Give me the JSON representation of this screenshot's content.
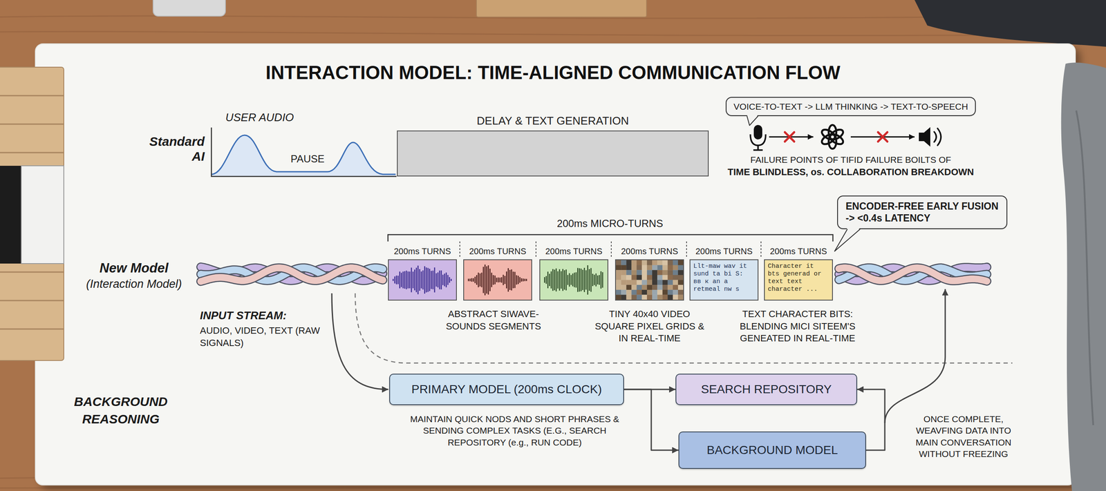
{
  "diagram": {
    "title": "INTERACTION MODEL: TIME-ALIGNED COMMUNICATION FLOW",
    "nodes": [
      {
        "text": [
          "DELAY & TEXT GENERATION"
        ]
      },
      {
        "text": [
          "VOICE-TO-TEXT -> LLM THINKING -> TEXT-TO-SPEECH"
        ]
      },
      {
        "text": [
          "ENCODER-FREE EARLY FUSION -> <0.4s LATENCY"
        ]
      },
      {
        "text": [
          "200ms TURNS"
        ]
      },
      {
        "text": [
          "200ms TURNS"
        ]
      },
      {
        "text": [
          "200ms TURNS"
        ]
      },
      {
        "text": [
          "200ms TURNS"
        ]
      },
      {
        "text": [
          "200ms TURNS",
          "Llt-maw wav it sund ta bi S: вв к an a retmeal nw s"
        ]
      },
      {
        "text": [
          "200ms TURNS",
          "Character it bts generad or text text character ..."
        ]
      },
      {
        "text": [
          "PRIMARY MODEL (200ms CLOCK)"
        ]
      },
      {
        "text": [
          "SEARCH REPOSITORY"
        ]
      },
      {
        "text": [
          "BACKGROUND MODEL"
        ]
      }
    ],
    "edges": [
      {
        "from": 9,
        "to": 10,
        "arrow": "to"
      },
      {
        "from": 9,
        "to": 11,
        "arrow": "to"
      },
      {
        "from": 11,
        "to": 10,
        "arrow": "to"
      }
    ],
    "labels": [
      "Standard AI",
      "USER AUDIO",
      "PAUSE",
      "FAILURE POINTS OF TIFID FAILURE BOILTS OF",
      "TIME BLINDLESS, os. COLLABORATION BREAKDOWN",
      "200ms MICRO-TURNS",
      "New Model",
      "(Interaction Model)",
      "INPUT STREAM:",
      "AUDIO, VIDEO, TEXT (RAW SIGNALS)",
      "ABSTRACT SIWAVE- SOUNDS SEGMENTS",
      "TINY 40x40 VIDEO SQUARE PIXEL GRIDS & IN REAL-TIME",
      "TEXT CHARACTER BITS: BLENDING MICI SITEEM'S GENEATED IN REAL-TIME",
      "BACKGROUND REASONING",
      "MAINTAIN QUICK NODS AND SHORT PHRASES & SENDING COMPLEX TASKS (E.G., SEARCH REPOSITORY (e.g., RUN CODE)",
      "ONCE COMPLETE, WEAVFING DATA INTO MAIN CONVERSATION WITHOUT FREEZING"
    ]
  }
}
